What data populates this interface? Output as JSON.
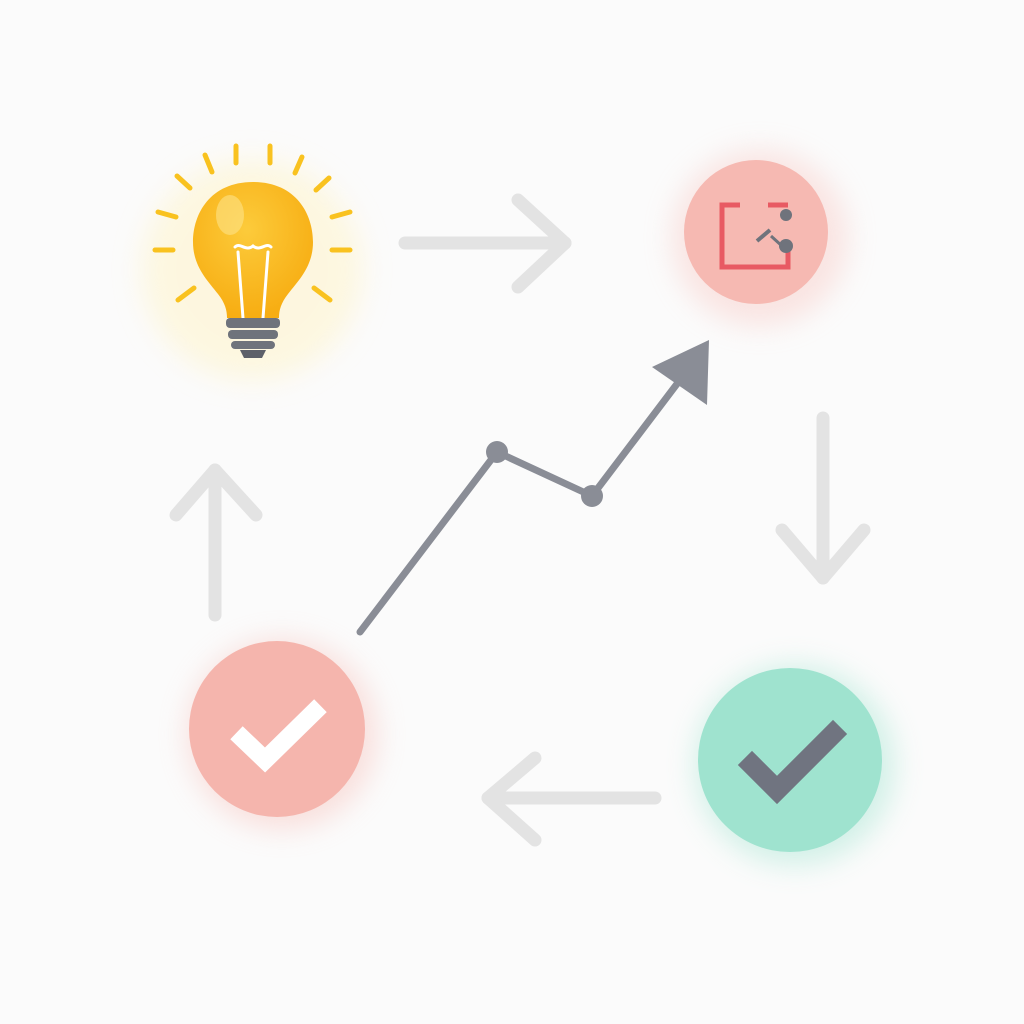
{
  "nodes": [
    {
      "id": "idea",
      "icon": "lightbulb-icon",
      "color": "#f9b81b"
    },
    {
      "id": "plan",
      "icon": "flowchart-icon",
      "color": "#f6b9b2"
    },
    {
      "id": "review",
      "icon": "checkmark-icon",
      "color": "#f5b5ad"
    },
    {
      "id": "done",
      "icon": "checkmark-icon",
      "color": "#9fe3cf"
    }
  ],
  "connectors": [
    {
      "from": "idea",
      "to": "plan",
      "direction": "right"
    },
    {
      "from": "plan",
      "to": "done",
      "direction": "down"
    },
    {
      "from": "done",
      "to": "review",
      "direction": "left"
    },
    {
      "from": "review",
      "to": "idea",
      "direction": "up"
    }
  ],
  "trend_line": {
    "icon": "trend-up-arrow",
    "color": "#8a8d96"
  },
  "colors": {
    "background": "#fbfbfb",
    "connector": "#e3e3e3",
    "dark_gray": "#6f737c",
    "accent_red": "#e85a63"
  }
}
